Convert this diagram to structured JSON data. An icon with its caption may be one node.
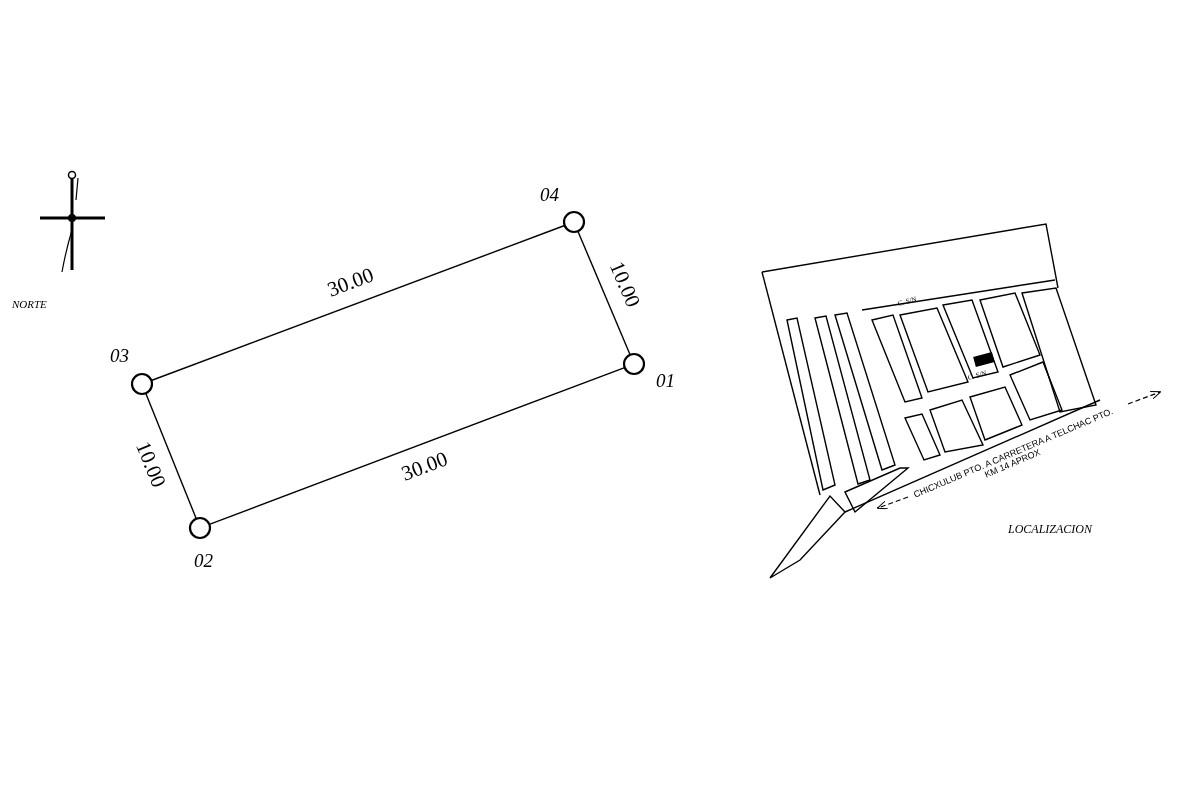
{
  "diagram": {
    "nodes": [
      {
        "text": [
          "04"
        ]
      },
      {
        "text": [
          "03"
        ]
      },
      {
        "text": [
          "01"
        ]
      },
      {
        "text": [
          "02"
        ]
      }
    ],
    "edges": [
      {
        "from": 1,
        "to": 0,
        "arrow": "none",
        "label": "30.00"
      },
      {
        "from": 0,
        "to": 2,
        "arrow": "none",
        "label": "10.00"
      },
      {
        "from": 1,
        "to": 3,
        "arrow": "none",
        "label": "10.00"
      },
      {
        "from": 3,
        "to": 2,
        "arrow": "none",
        "label": "30.00"
      }
    ],
    "labels": [
      "NORTE",
      "C. S/N",
      "C. S/N",
      "CHICXULUB PTO. A CARRETERA A TELCHAC PTO.",
      "KM 14 APROX",
      "LOCALIZACION"
    ]
  }
}
